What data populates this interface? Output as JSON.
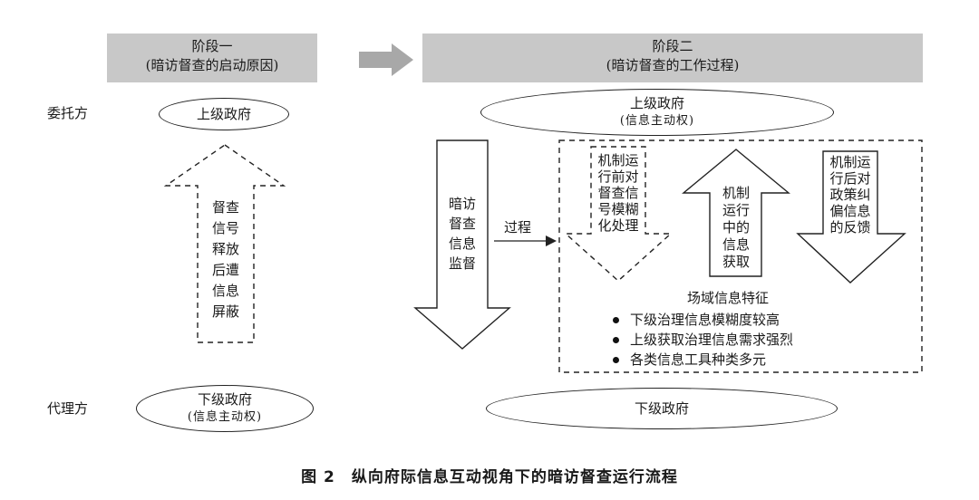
{
  "stage1": {
    "title": "阶段一",
    "subtitle": "(暗访督查的启动原因)"
  },
  "stage2": {
    "title": "阶段二",
    "subtitle": "(暗访督查的工作过程)"
  },
  "labels": {
    "principal": "委托方",
    "agent": "代理方"
  },
  "stage1_upper": {
    "name": "上级政府"
  },
  "stage1_lower": {
    "name": "下级政府",
    "note": "(信息主动权)"
  },
  "stage1_arrow": {
    "lines": [
      "督查",
      "信号",
      "释放",
      "后遭",
      "信息",
      "屏蔽"
    ]
  },
  "stage2_upper": {
    "name": "上级政府",
    "note": "(信息主动权)"
  },
  "stage2_lower": {
    "name": "下级政府"
  },
  "monitor_arrow": {
    "lines": [
      "暗访",
      "督查",
      "信息",
      "监督"
    ]
  },
  "process_label": "过程",
  "before_arrow": {
    "lines": [
      "机制运",
      "行前对",
      "督查信",
      "号模糊",
      "化处理"
    ]
  },
  "during_arrow": {
    "lines": [
      "机制",
      "运行",
      "中的",
      "信息",
      "获取"
    ]
  },
  "after_arrow": {
    "lines": [
      "机制运",
      "行后对",
      "政策纠",
      "偏信息",
      "的反馈"
    ]
  },
  "field_info": {
    "title": "场域信息特征",
    "items": [
      "下级治理信息模糊度较高",
      "上级获取治理信息需求强烈",
      "各类信息工具种类多元"
    ]
  },
  "caption": "图 2　纵向府际信息互动视角下的暗访督查运行流程"
}
